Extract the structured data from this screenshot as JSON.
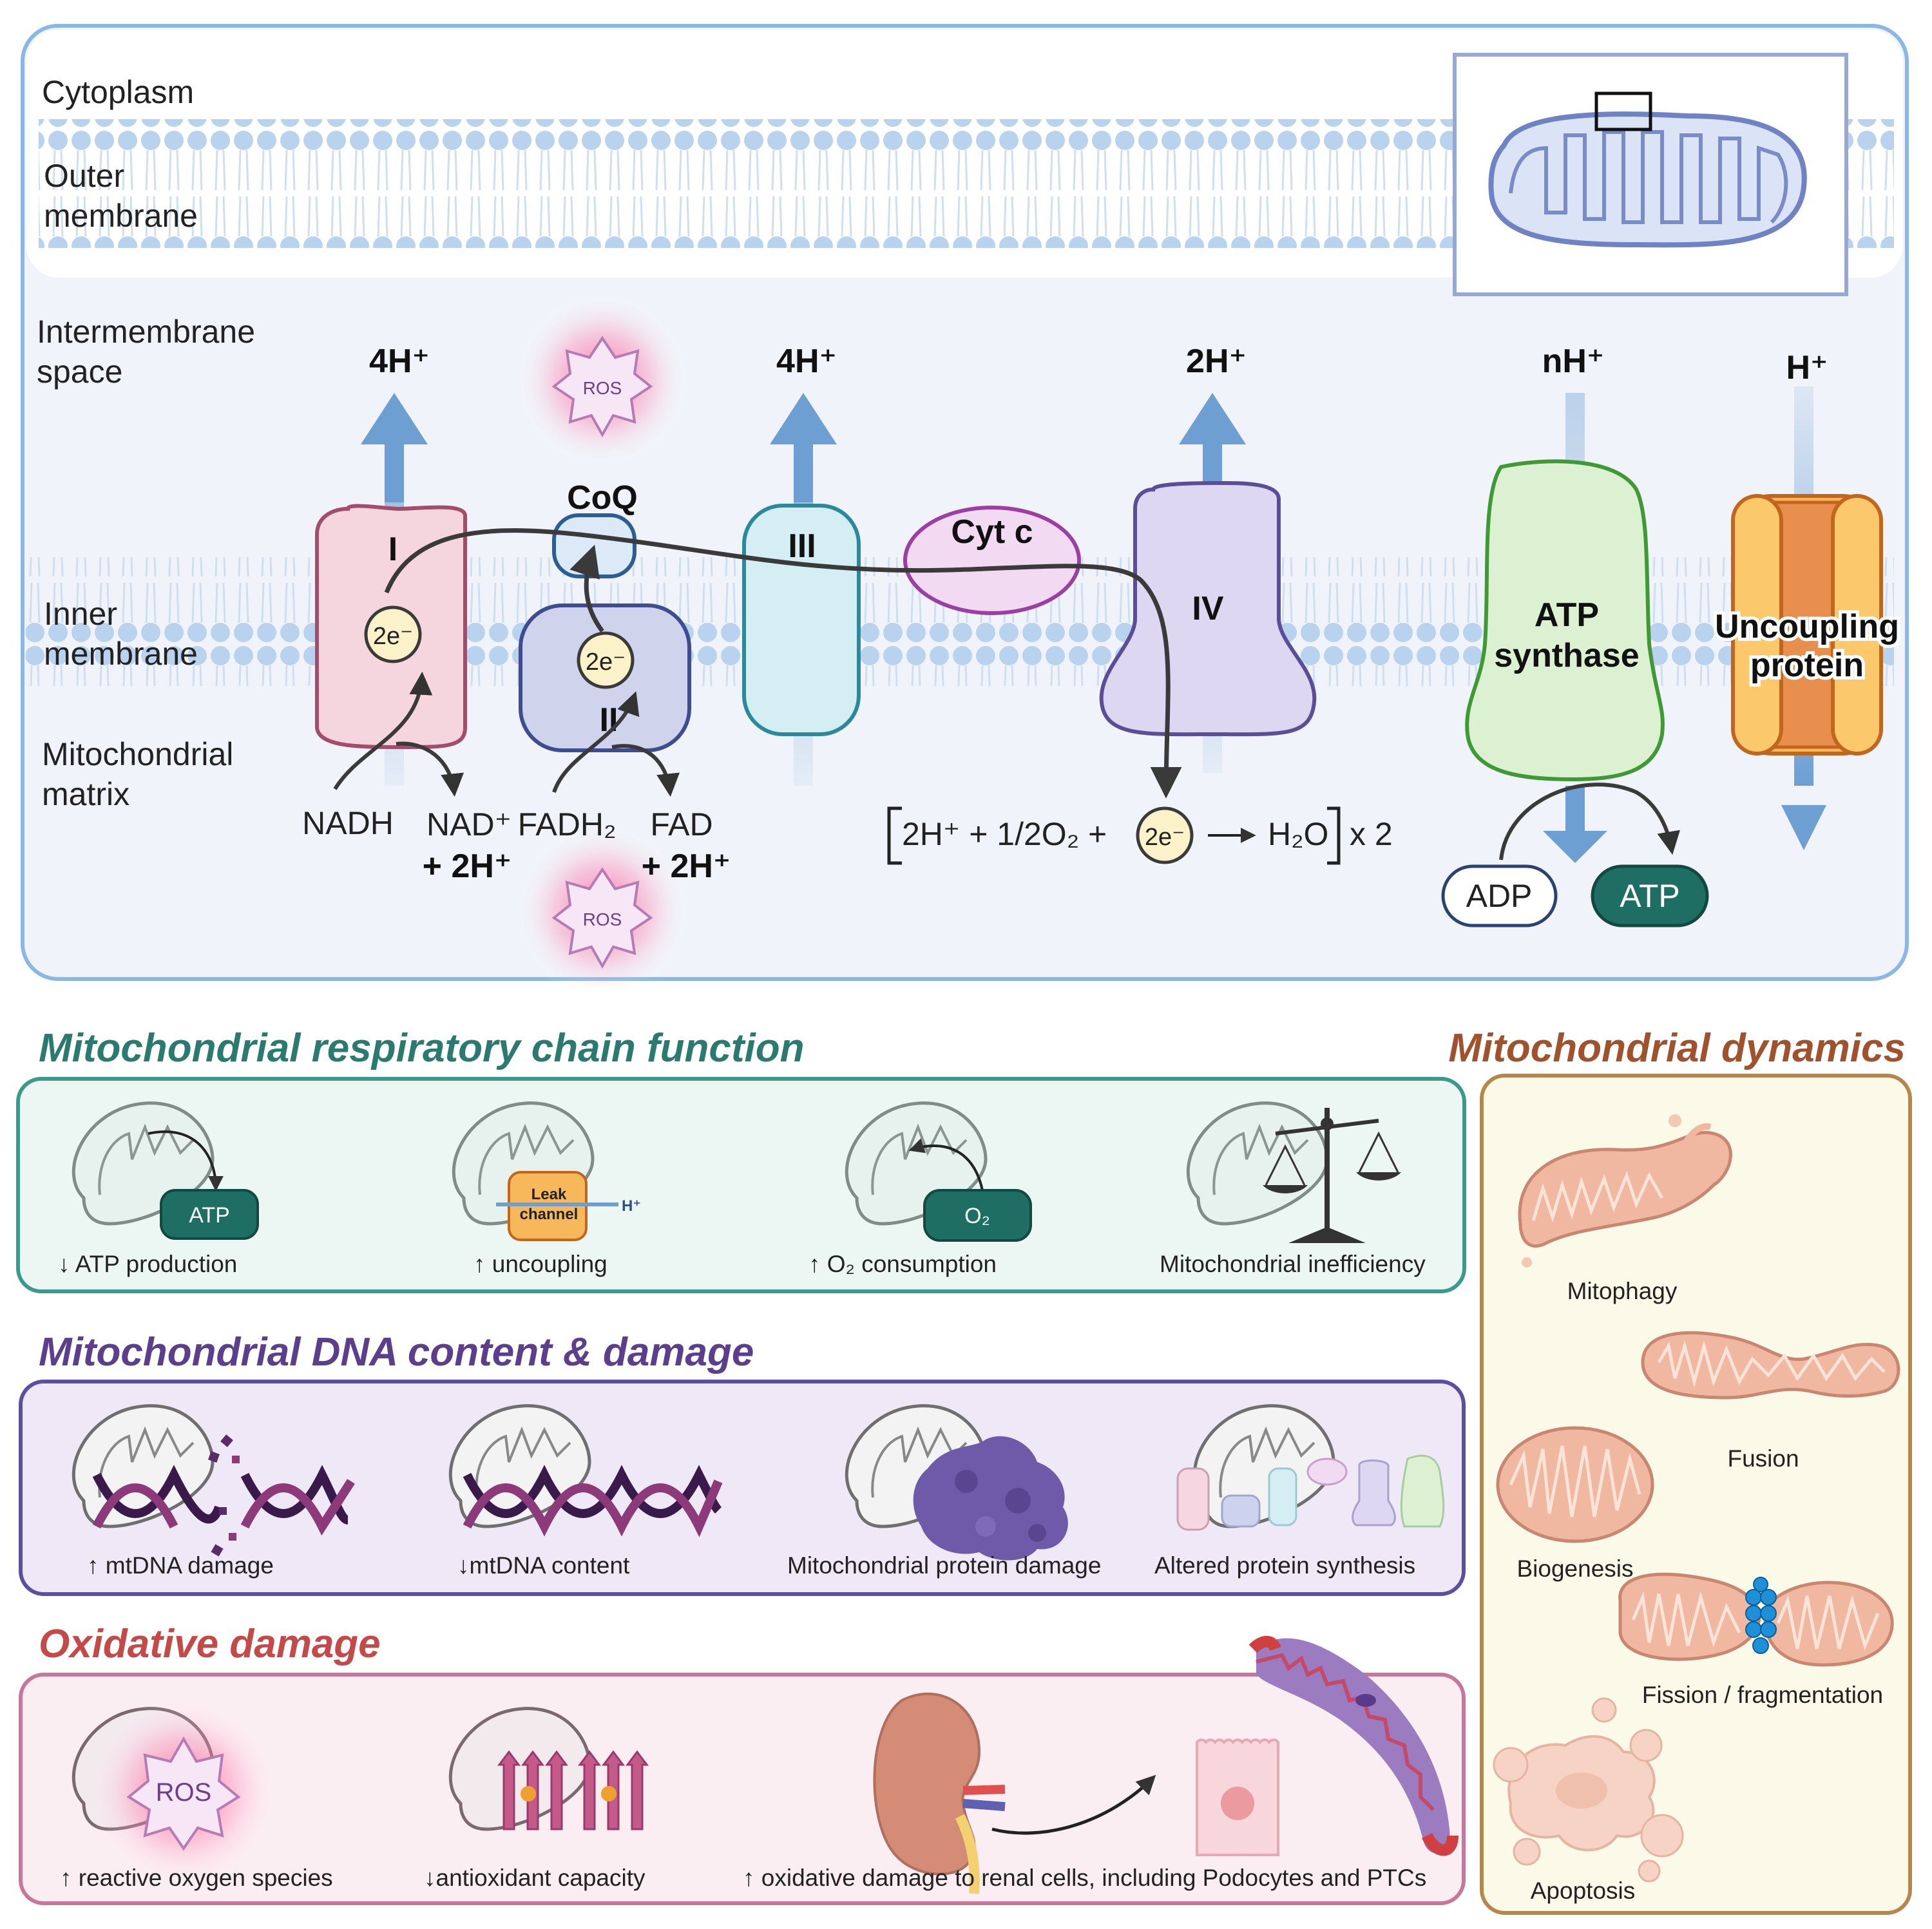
{
  "top": {
    "compartments": {
      "cytoplasm": "Cytoplasm",
      "outer_membrane_1": "Outer",
      "outer_membrane_2": "membrane",
      "intermembrane_1": "Intermembrane",
      "intermembrane_2": "space",
      "inner_membrane_1": "Inner",
      "inner_membrane_2": "membrane",
      "matrix_1": "Mitochondrial",
      "matrix_2": "matrix"
    },
    "proton_labels": {
      "complex_I": "4H⁺",
      "complex_III": "4H⁺",
      "complex_IV": "2H⁺",
      "atp_synthase": "nH⁺",
      "uncoupling": "H⁺"
    },
    "complexes": {
      "I": "I",
      "II": "II",
      "III": "III",
      "IV": "IV",
      "coq": "CoQ",
      "cytc": "Cyt c",
      "atp_synthase_1": "ATP",
      "atp_synthase_2": "synthase",
      "uncoupling_1": "Uncoupling",
      "uncoupling_2": "protein"
    },
    "electrons": "2e⁻",
    "ros": "ROS",
    "substrates": {
      "nadh": "NADH",
      "nad": "NAD⁺",
      "nad_h": "+ 2H⁺",
      "fadh2": "FADH₂",
      "fad": "FAD",
      "fad_h": "+ 2H⁺",
      "adp": "ADP",
      "atp": "ATP"
    },
    "equation": {
      "left": "2H⁺ + 1/2O₂ +",
      "right": "H₂O",
      "mult": "x 2"
    }
  },
  "sections": {
    "respiratory": {
      "title": "Mitochondrial respiratory chain function",
      "color": "#2b7a6f",
      "items": [
        "↓ ATP production",
        "↑ uncoupling",
        "↑ O₂ consumption",
        "Mitochondrial inefficiency"
      ],
      "atp": "ATP",
      "o2": "O₂",
      "leak_1": "Leak",
      "leak_2": "channel",
      "h": "H⁺"
    },
    "dna": {
      "title": "Mitochondrial DNA content & damage",
      "color": "#5b3f8c",
      "items": [
        "↑ mtDNA damage",
        "↓mtDNA content",
        "Mitochondrial protein damage",
        "Altered protein synthesis"
      ]
    },
    "oxidative": {
      "title": "Oxidative damage",
      "color": "#c44a4a",
      "items": [
        "↑ reactive oxygen species",
        "↓antioxidant capacity",
        "↑ oxidative damage to renal cells, including Podocytes and PTCs"
      ],
      "ros": "ROS"
    },
    "dynamics": {
      "title": "Mitochondrial dynamics",
      "color": "#a0522d",
      "items": [
        "Mitophagy",
        "Fusion",
        "Biogenesis",
        "Fission / fragmentation",
        "Apoptosis"
      ]
    }
  }
}
